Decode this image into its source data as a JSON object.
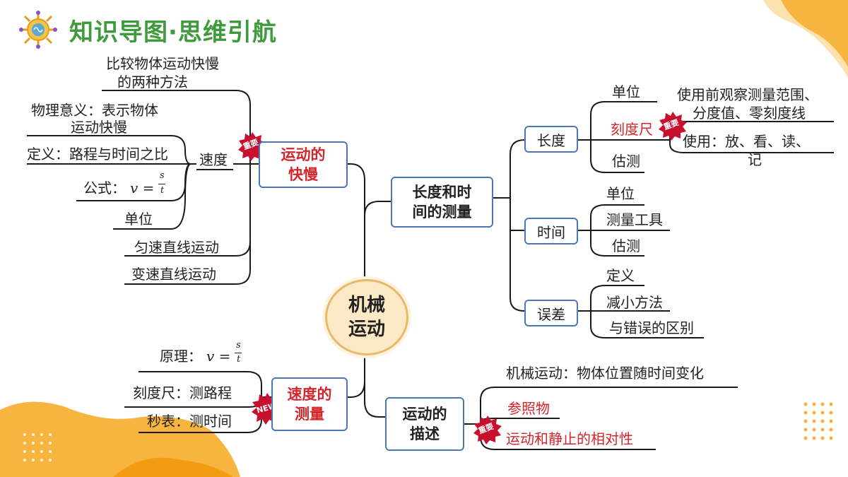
{
  "header": {
    "title": "知识导图·思维引航"
  },
  "colors": {
    "accent_orange": "#f6a623",
    "title_green": "#3e9b3c",
    "box_border": "#4a78b6",
    "highlight_red": "#d4252a",
    "badge_red": "#c8102e"
  },
  "center": {
    "line1": "机械",
    "line2": "运动"
  },
  "speed_branch": {
    "box": {
      "line1": "运动的",
      "line2": "快慢"
    },
    "badge": "重要",
    "methods": {
      "line1": "比较物体运动快慢",
      "line2": "的两种方法"
    },
    "speed_label": "速度",
    "meaning": {
      "line1": "物理意义：表示物体",
      "line2": "运动快慢"
    },
    "definition": "定义：路程与时间之比",
    "formula_prefix": "公式：",
    "formula": {
      "lhs": "v =",
      "num": "s",
      "den": "t"
    },
    "unit": "单位",
    "uniform": "匀速直线运动",
    "variable": "变速直线运动"
  },
  "measure_branch": {
    "box": {
      "line1": "长度和时",
      "line2": "间的测量"
    },
    "length": {
      "label": "长度",
      "unit": "单位",
      "ruler": "刻度尺",
      "badge": "重要",
      "before_use": {
        "line1": "使用前观察测量范围、",
        "line2": "分度值、零刻度线"
      },
      "use": {
        "line1": "使用：放、看、读、",
        "line2": "记"
      },
      "estimate": "估测"
    },
    "time": {
      "label": "时间",
      "unit": "单位",
      "tool": "测量工具",
      "estimate": "估测"
    },
    "error": {
      "label": "误差",
      "definition": "定义",
      "reduce": "减小方法",
      "difference": "与错误的区别"
    }
  },
  "speed_measure_branch": {
    "box": {
      "line1": "速度的",
      "line2": "测量"
    },
    "badge": "NEW",
    "principle_prefix": "原理：",
    "formula": {
      "lhs": "v =",
      "num": "s",
      "den": "t"
    },
    "ruler": "刻度尺：测路程",
    "stopwatch": "秒表：测时间"
  },
  "describe_branch": {
    "box": {
      "line1": "运动的",
      "line2": "描述"
    },
    "badge": "重要",
    "mechanical": "机械运动：物体位置随时间变化",
    "reference": "参照物",
    "relativity": "运动和静止的相对性"
  }
}
